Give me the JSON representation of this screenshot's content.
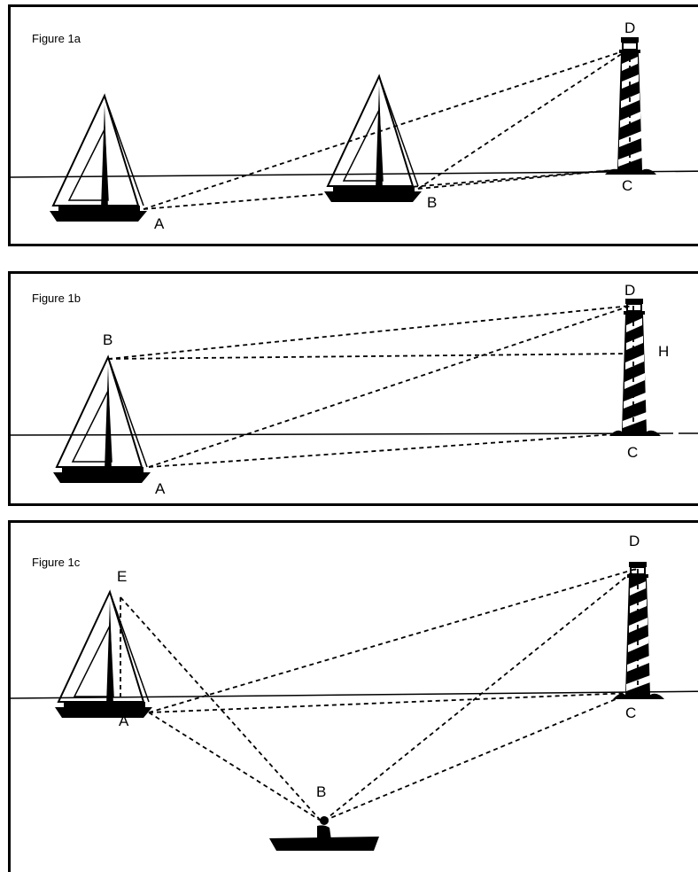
{
  "figures": [
    {
      "title": "Figure 1a",
      "points": {
        "A": "A",
        "B": "B",
        "C": "C",
        "D": "D"
      }
    },
    {
      "title": "Figure 1b",
      "points": {
        "A": "A",
        "B": "B",
        "C": "C",
        "D": "D",
        "H": "H"
      }
    },
    {
      "title": "Figure 1c",
      "points": {
        "A": "A",
        "B": "B",
        "C": "C",
        "D": "D",
        "E": "E"
      }
    }
  ],
  "icons": [
    "sailboat-icon",
    "lighthouse-icon",
    "rowboat-icon"
  ],
  "colors": {
    "ink": "#000000",
    "paper": "#ffffff"
  }
}
